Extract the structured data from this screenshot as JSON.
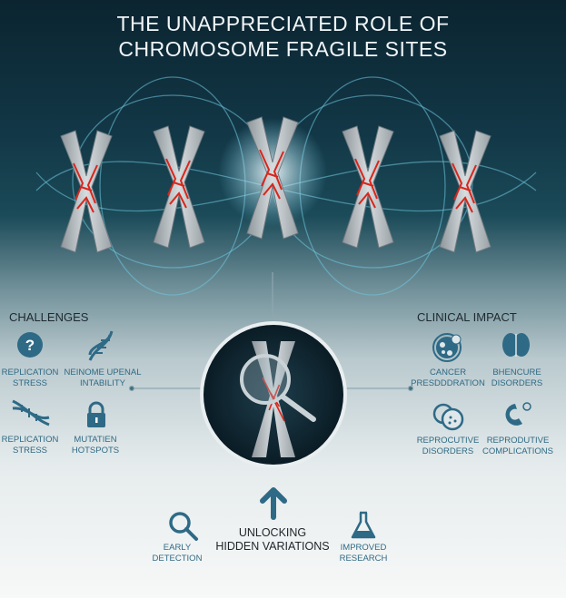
{
  "title": [
    "THE UNAPPRECIATED ROLE OF",
    "CHROMOSOME FRAGILE SITES"
  ],
  "challenges": {
    "heading": "CHALLENGES",
    "items": [
      {
        "icon": "question-icon",
        "label": [
          "REPLICATION",
          "STRESS"
        ]
      },
      {
        "icon": "dna-icon",
        "label": [
          "NEINOME UPENAL",
          "INTABILITY"
        ]
      },
      {
        "icon": "dna-icon",
        "label": [
          "REPLICATION",
          "STRESS"
        ]
      },
      {
        "icon": "lock-icon",
        "label": [
          "MUTATIEN",
          "HOTSPOTS"
        ]
      }
    ]
  },
  "clinical": {
    "heading": "CLINICAL IMPACT",
    "items": [
      {
        "icon": "cell-icon",
        "label": [
          "CANCER",
          "PRESDDDRATION"
        ]
      },
      {
        "icon": "brain-icon",
        "label": [
          "BHENCURE",
          "DISORDERS"
        ]
      },
      {
        "icon": "cells-icon",
        "label": [
          "REPROCUTIVE",
          "DISORDERS"
        ]
      },
      {
        "icon": "fetus-icon",
        "label": [
          "REPRODUTIVE",
          "COMPLICATIONS"
        ]
      }
    ]
  },
  "bottom": {
    "early": [
      "EARLY",
      "DETECTION"
    ],
    "unlock": [
      "UNLOCKING",
      "HIDDEN VARIATIONS"
    ],
    "research": [
      "IMPROVED",
      "RESEARCH"
    ]
  },
  "colors": {
    "accent": "#2e6a86",
    "fragile": "#d9261c",
    "dark": "#0b2430"
  }
}
